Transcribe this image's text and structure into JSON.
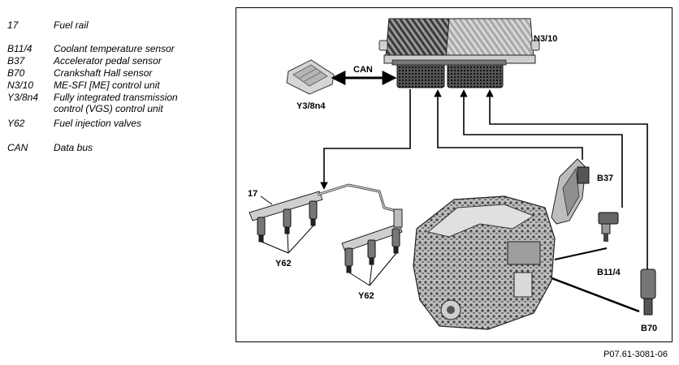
{
  "legend": [
    {
      "code": "17",
      "desc": "Fuel rail"
    },
    {
      "code": "B11/4",
      "desc": "Coolant temperature sensor"
    },
    {
      "code": "B37",
      "desc": "Accelerator pedal sensor"
    },
    {
      "code": "B70",
      "desc": "Crankshaft Hall sensor"
    },
    {
      "code": "N3/10",
      "desc": "ME-SFI [ME] control unit"
    },
    {
      "code": "Y3/8n4",
      "desc": "Fully integrated transmission"
    },
    {
      "code": "",
      "desc": "control (VGS) control unit"
    },
    {
      "code": "Y62",
      "desc": "Fuel injection valves"
    },
    {
      "code": "CAN",
      "desc": "Data bus"
    }
  ],
  "diagram": {
    "labels": {
      "n3_10": "N3/10",
      "can": "CAN",
      "y3_8n4": "Y3/8n4",
      "b37": "B37",
      "rail": "17",
      "y62_left": "Y62",
      "y62_right": "Y62",
      "b11_4": "B11/4",
      "b70": "B70"
    }
  },
  "figure_id": "P07.61-3081-06"
}
